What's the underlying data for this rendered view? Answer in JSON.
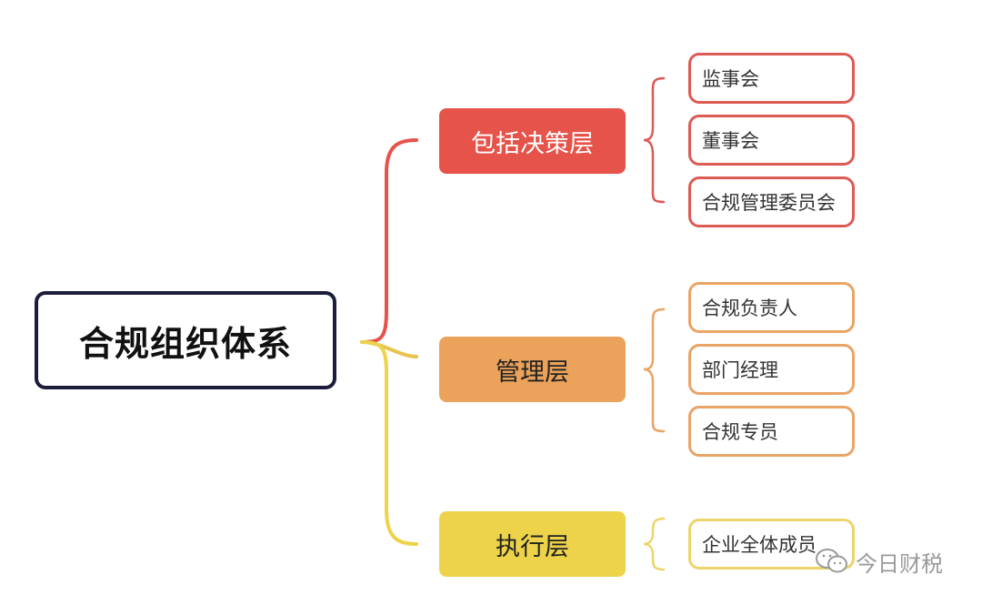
{
  "diagram": {
    "root": {
      "label": "合规组织体系"
    },
    "layers": [
      {
        "label": "包括决策层",
        "color": "#e5534a",
        "children": [
          "监事会",
          "董事会",
          "合规管理委员会"
        ]
      },
      {
        "label": "管理层",
        "color": "#eba25a",
        "children": [
          "合规负责人",
          "部门经理",
          "合规专员"
        ]
      },
      {
        "label": "执行层",
        "color": "#ecd34a",
        "children": [
          "企业全体成员"
        ]
      }
    ]
  },
  "watermark": {
    "icon": "wechat-icon",
    "text": "今日财税"
  }
}
